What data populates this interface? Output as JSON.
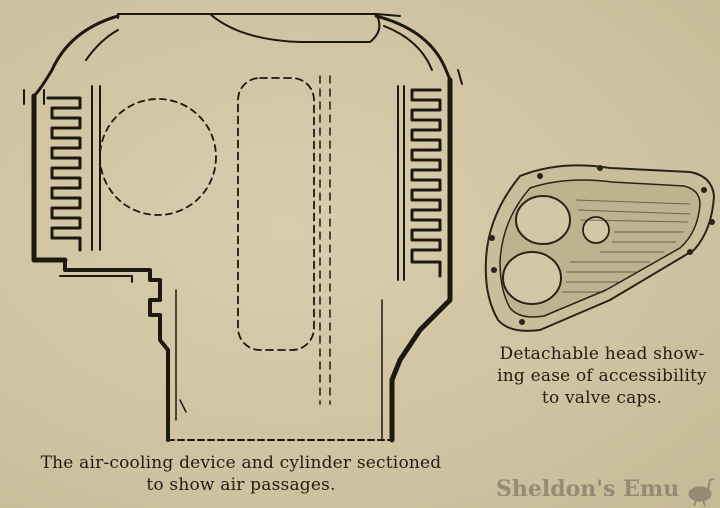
{
  "figure_left": {
    "caption_line1": "The air-cooling device and cylinder sectioned",
    "caption_line2": "to show air passages."
  },
  "figure_right": {
    "caption_line1": "Detachable head show-",
    "caption_line2": "ing ease of accessibility",
    "caption_line3": "to valve caps."
  },
  "watermark": {
    "text": "Sheldon's Emu",
    "logo": "emu-bird-icon"
  },
  "colors": {
    "paper": "#cfc3a2",
    "ink": "#2a2418",
    "watermark": "#8e8270"
  }
}
